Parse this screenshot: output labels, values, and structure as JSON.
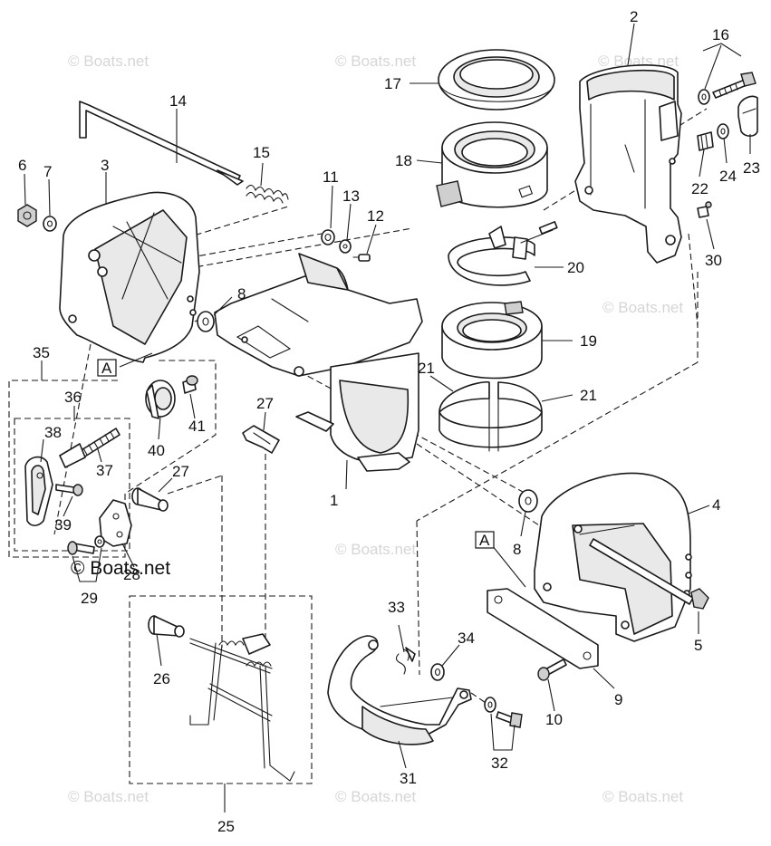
{
  "watermark": {
    "text": "© Boats.net",
    "bold_text": "© Boats.net",
    "color": "#d6d6d6"
  },
  "callouts": {
    "c1": "1",
    "c2": "2",
    "c3": "3",
    "c4": "4",
    "c5": "5",
    "c6": "6",
    "c7": "7",
    "c8a": "8",
    "c8b": "8",
    "c9": "9",
    "c10": "10",
    "c11": "11",
    "c12": "12",
    "c13": "13",
    "c14": "14",
    "c15": "15",
    "c16": "16",
    "c17": "17",
    "c18": "18",
    "c19": "19",
    "c20": "20",
    "c21a": "21",
    "c21b": "21",
    "c22": "22",
    "c23": "23",
    "c24": "24",
    "c25": "25",
    "c26": "26",
    "c27a": "27",
    "c27b": "27",
    "c28": "28",
    "c29": "29",
    "c30": "30",
    "c31": "31",
    "c32": "32",
    "c33": "33",
    "c34": "34",
    "c35": "35",
    "c36": "36",
    "c37": "37",
    "c38": "38",
    "c39": "39",
    "c40": "40",
    "c41": "41"
  },
  "reference_marks": {
    "a1": "A",
    "a2": "A"
  }
}
